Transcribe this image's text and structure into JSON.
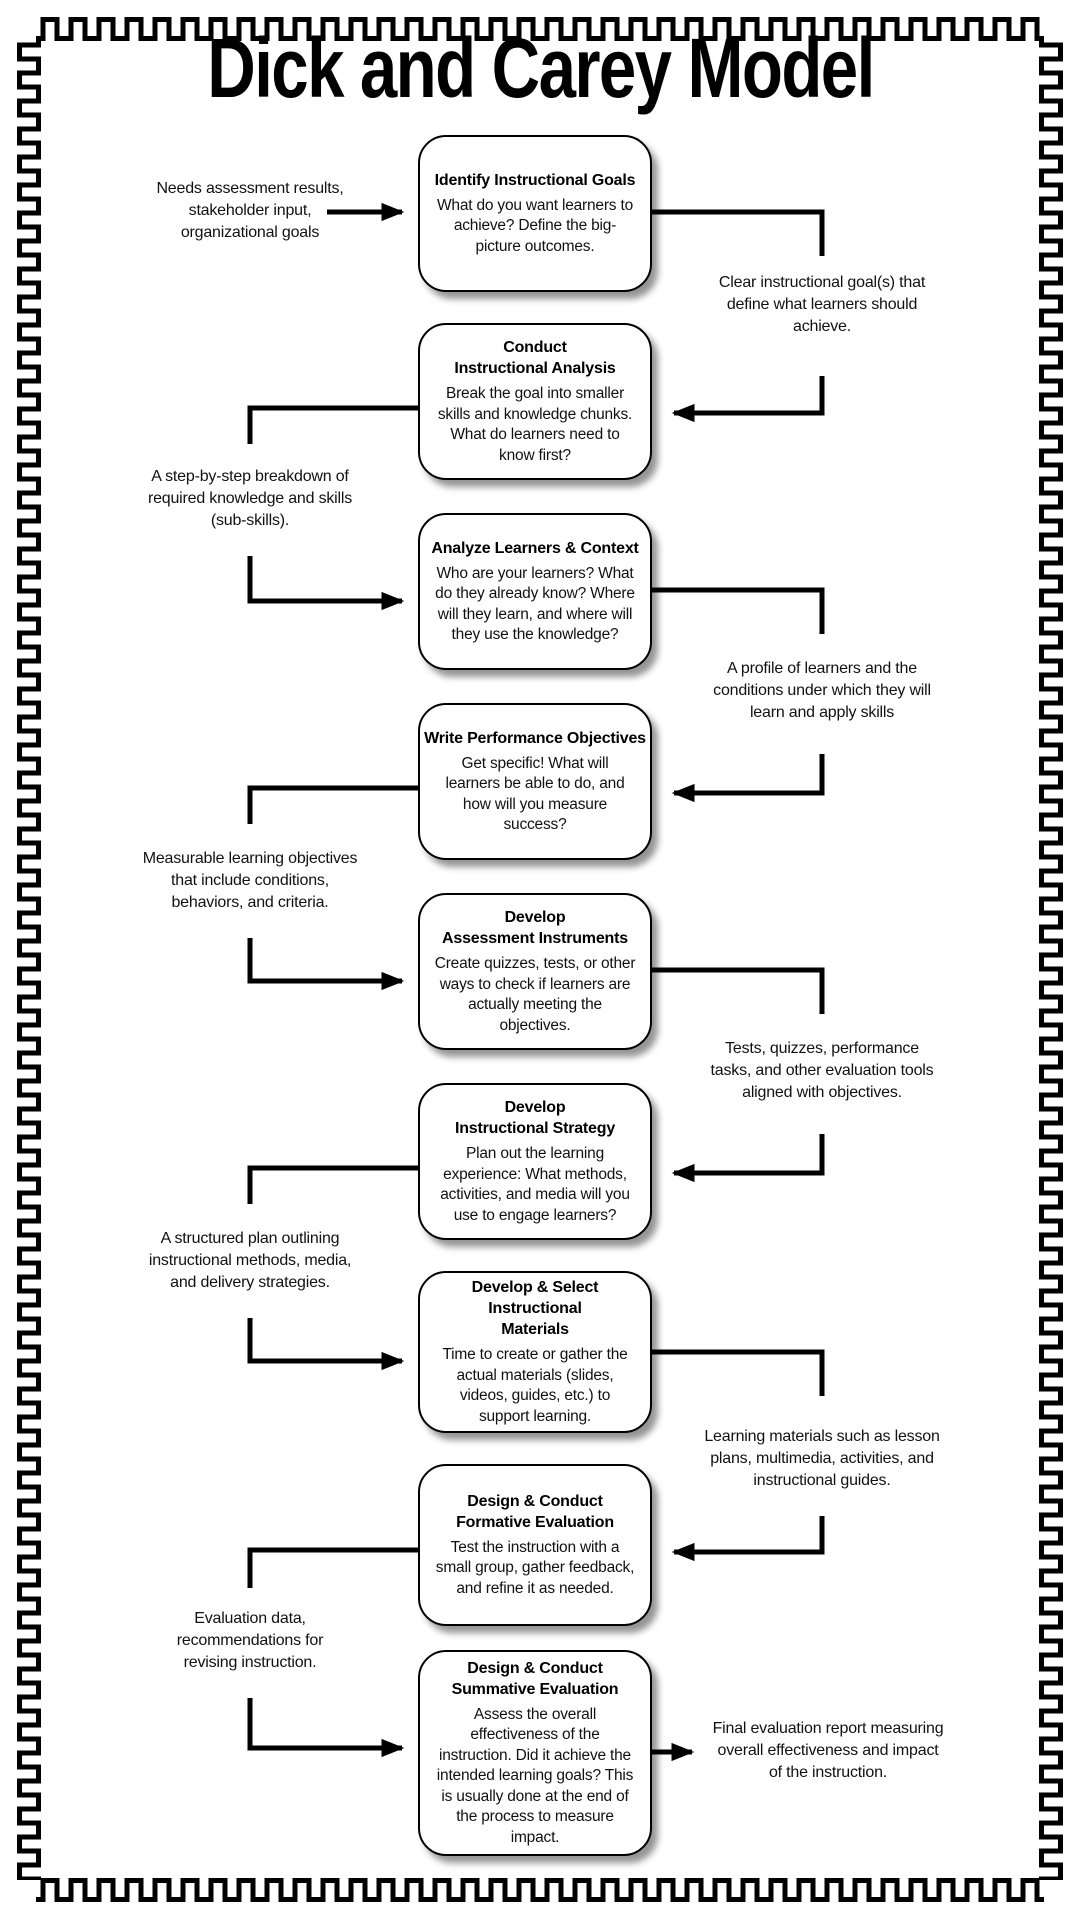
{
  "page": {
    "title": "Dick and Carey Model"
  },
  "colors": {
    "ink": "#000000",
    "background": "#ffffff"
  },
  "stages": [
    {
      "title": "Identify Instructional Goals",
      "description": "What do you want learners to achieve? Define the big-picture outcomes."
    },
    {
      "title": "Conduct\nInstructional Analysis",
      "description": "Break the goal into smaller skills and knowledge chunks. What do learners need to know first?"
    },
    {
      "title": "Analyze Learners & Context",
      "description": "Who are your learners? What do they already know? Where will they learn, and where will they use the knowledge?"
    },
    {
      "title": "Write Performance Objectives",
      "description": "Get specific! What will learners be able to do, and how will you measure success?"
    },
    {
      "title": "Develop\nAssessment Instruments",
      "description": "Create quizzes, tests, or other ways to check if learners are actually meeting the objectives."
    },
    {
      "title": "Develop\nInstructional Strategy",
      "description": "Plan out the learning experience: What methods, activities, and media will you use to engage learners?"
    },
    {
      "title": "Develop & Select Instructional\nMaterials",
      "description": "Time to create or gather the actual materials (slides, videos, guides, etc.) to support learning."
    },
    {
      "title": "Design & Conduct\nFormative Evaluation",
      "description": "Test the instruction with a small group, gather feedback, and refine it as needed."
    },
    {
      "title": "Design & Conduct\nSummative Evaluation",
      "description": "Assess the overall effectiveness of the instruction. Did it achieve the intended learning goals? This is usually done at the end of the process to measure impact."
    }
  ],
  "annotations": {
    "left": [
      "Needs assessment results,\nstakeholder input,\norganizational goals",
      "A step-by-step breakdown of\nrequired knowledge and skills\n(sub-skills).",
      "Measurable learning objectives\nthat include conditions,\nbehaviors, and criteria.",
      "A structured plan outlining\ninstructional methods, media,\nand delivery strategies.",
      "Evaluation data,\nrecommendations for\nrevising instruction."
    ],
    "right": [
      "Clear instructional goal(s) that\ndefine what learners should\nachieve.",
      "A profile of learners and the\nconditions under which they will\nlearn and apply skills",
      "Tests, quizzes, performance\ntasks, and other evaluation tools\naligned with objectives.",
      "Learning materials such as lesson\nplans, multimedia, activities, and\ninstructional guides.",
      "Final evaluation report measuring\noverall effectiveness and impact\nof the instruction."
    ]
  }
}
